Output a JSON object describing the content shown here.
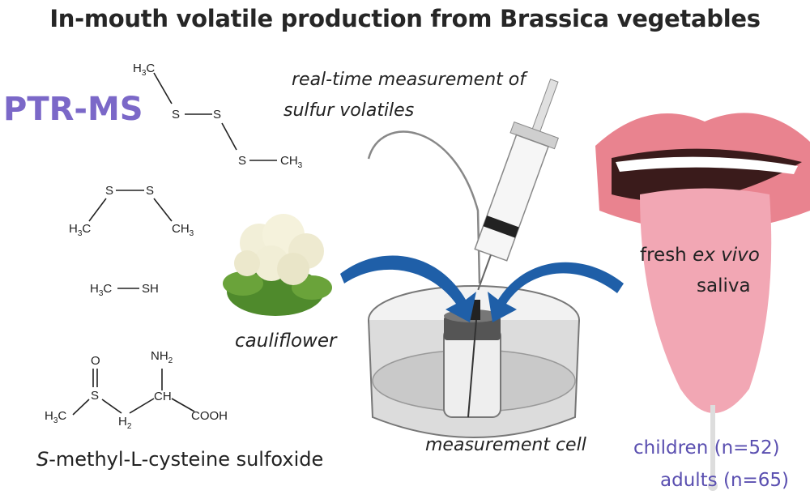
{
  "title": "In-mouth volatile production from Brassica vegetables",
  "method_label": "PTR-MS",
  "measurement_note": {
    "line1": "real-time measurement of",
    "line2": "sulfur volatiles"
  },
  "sample_label": "cauliflower",
  "cell_label": "measurement cell",
  "saliva_label": {
    "prefix": "fresh ",
    "emph": "ex vivo",
    "line2": "saliva"
  },
  "precursor": {
    "prefix": "S",
    "middle": "-methyl-",
    "stereo": "L",
    "suffix": "-cysteine sulfoxide"
  },
  "participants": {
    "children": "children (n=52)",
    "adults": "adults (n=65)"
  },
  "molecules": {
    "dmts": {
      "atoms": [
        "H3C",
        "S",
        "S",
        "S",
        "CH3"
      ]
    },
    "dmds": {
      "atoms": [
        "S",
        "S",
        "H3C",
        "CH3"
      ]
    },
    "mt": {
      "atoms": [
        "H3C",
        "SH"
      ]
    },
    "smcso": {
      "atoms": [
        "O",
        "S",
        "NH2",
        "H3C",
        "H2",
        "CH",
        "COOH"
      ]
    }
  },
  "colors": {
    "accent": "#7b68c8",
    "participants": "#5a4fb0",
    "arrow": "#1f5fa8",
    "tongue": "#f2a7b4",
    "lips": "#e9838f"
  },
  "icons": [
    "cauliflower-icon",
    "syringe-icon",
    "measurement-cell-icon",
    "tongue-icon",
    "arrow-icon"
  ]
}
